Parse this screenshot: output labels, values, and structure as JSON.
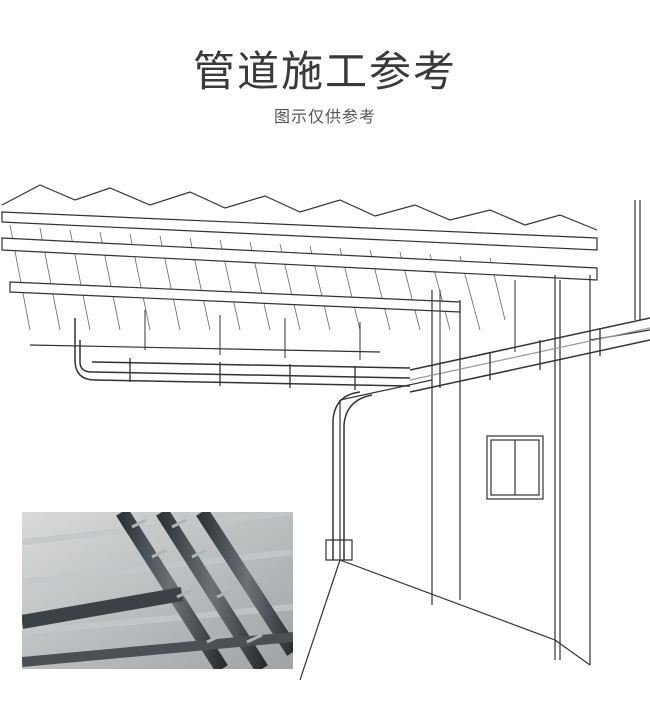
{
  "header": {
    "title": "管道施工参考",
    "subtitle": "图示仅供参考"
  },
  "illustration": {
    "icon": "pipe-installation-line-drawing"
  },
  "photo": {
    "icon": "pipe-installation-photo"
  }
}
